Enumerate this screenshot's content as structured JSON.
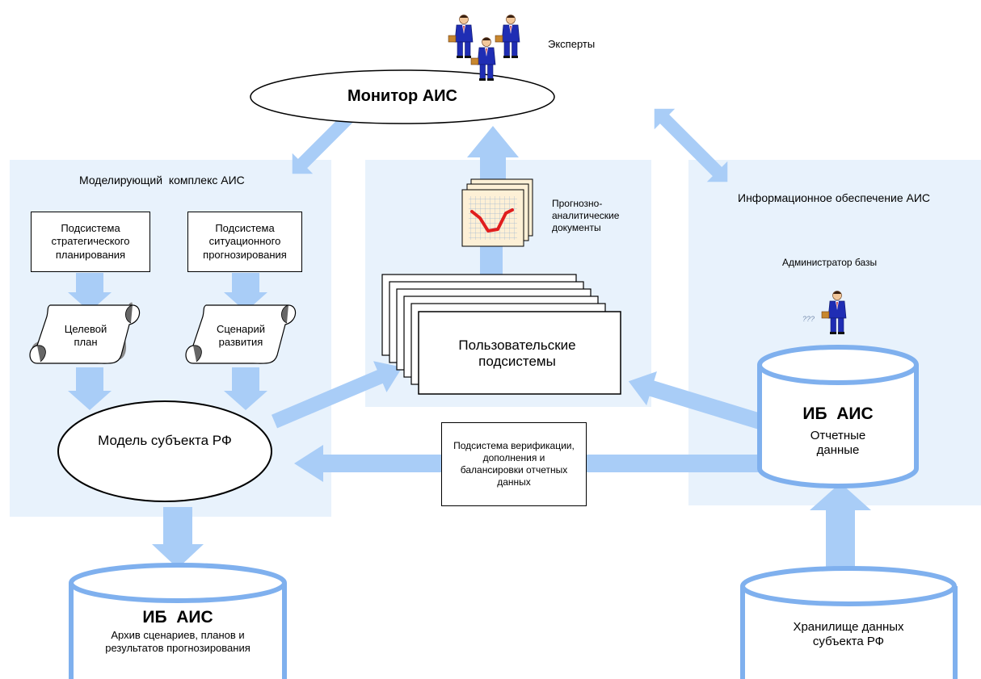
{
  "experts_label": "Эксперты",
  "monitor_label": "Монитор АИС",
  "modeling": {
    "title": "Моделирующий  комплекс АИС",
    "strategic": "Подсистема стратегического планирования",
    "situational": "Подсистема ситуационного прогнозирования",
    "target_plan": "Целевой план",
    "scenario": "Сценарий развития",
    "model": "Модель субъекта РФ"
  },
  "center": {
    "forecast_docs": "Прогнозно-аналитические документы",
    "user_subsystems": "Пользовательские подсистемы",
    "verification": "Подсистема верификации, дополнения и балансировки отчетных  данных"
  },
  "info": {
    "title": "Информационное обеспечение АИС",
    "admin": "Администратор базы",
    "db_title": "ИБ  АИС",
    "db_sub": "Отчетные данные",
    "question_marks": "???"
  },
  "archive": {
    "title": "ИБ  АИС",
    "sub": "Архив сценариев, планов и результатов прогнозирования"
  },
  "storage": {
    "label": "Хранилище данных субъекта РФ"
  },
  "colors": {
    "panel": "#e8f2fc",
    "arrow": "#a9cdf7",
    "cylinder": "#7fb0ee",
    "person_suit": "#1f2db4",
    "chart_line": "#e01e1e"
  }
}
